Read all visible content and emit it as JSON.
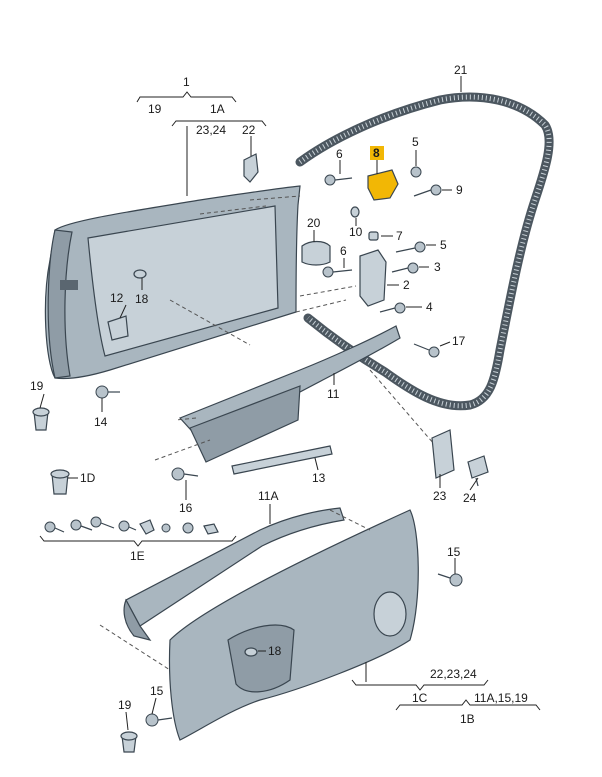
{
  "labels": {
    "l1": "1",
    "l19a": "19",
    "l1A": "1A",
    "l23_24a": "23,24",
    "l22": "22",
    "l21": "21",
    "l5a": "5",
    "l6a": "6",
    "l8": "8",
    "l9": "9",
    "l10": "10",
    "l7": "7",
    "l20": "20",
    "l6b": "6",
    "l5b": "5",
    "l3": "3",
    "l2": "2",
    "l4": "4",
    "l17": "17",
    "l12": "12",
    "l18a": "18",
    "l11": "11",
    "l19b": "19",
    "l14": "14",
    "l1D": "1D",
    "l16": "16",
    "l13": "13",
    "l23": "23",
    "l24": "24",
    "l11A": "11A",
    "l1E": "1E",
    "l15a": "15",
    "l18b": "18",
    "l22_23_24": "22,23,24",
    "l1C": "1C",
    "l11A_15_19": "11A,15,19",
    "l1B": "1B",
    "l15b": "15",
    "l19c": "19"
  },
  "colors": {
    "highlight": "#f2b705",
    "panel": "#a9b6bf",
    "seal": "#4c5760"
  }
}
